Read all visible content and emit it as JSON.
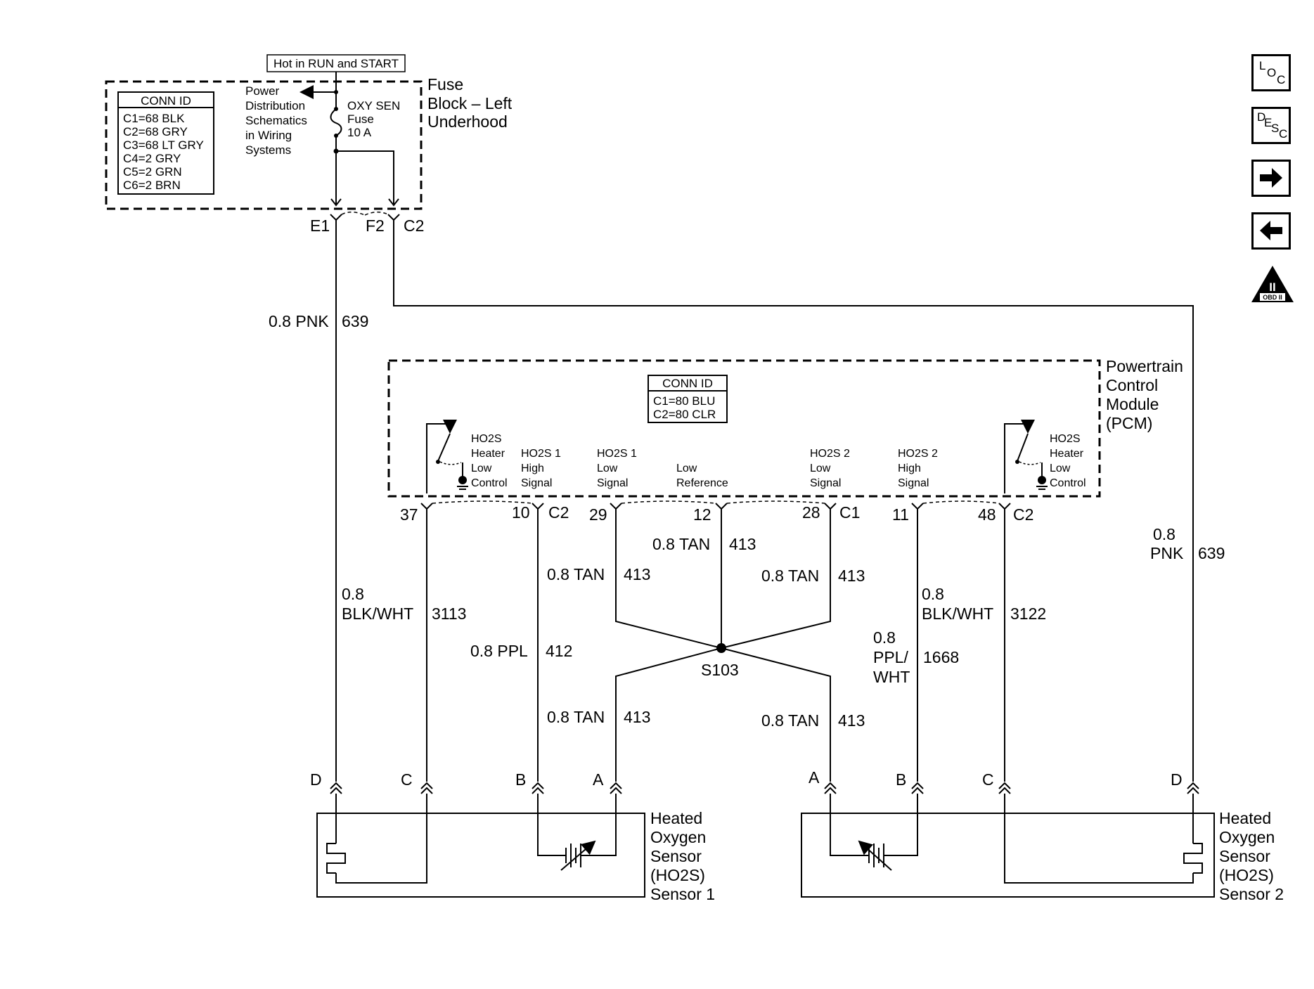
{
  "fuse_block": {
    "hot_label": "Hot in RUN and START",
    "title_lines": [
      "Fuse",
      "Block – Left",
      "Underhood"
    ],
    "conn_id_header": "CONN ID",
    "conn_ids": [
      "C1=68 BLK",
      "C2=68 GRY",
      "C3=68 LT GRY",
      "C4=2 GRY",
      "C5=2 GRN",
      "C6=2 BRN"
    ],
    "power_dist_lines": [
      "Power",
      "Distribution",
      "Schematics",
      "in Wiring",
      "Systems"
    ],
    "fuse_lines": [
      "OXY SEN",
      "Fuse",
      "10 A"
    ],
    "pins": {
      "e1": "E1",
      "f2": "F2",
      "c2": "C2"
    }
  },
  "wires": {
    "w639_left": {
      "gauge_color": "0.8 PNK",
      "circuit": "639"
    },
    "w639_right": {
      "gauge": "0.8",
      "color": "PNK",
      "circuit": "639"
    },
    "w3113": {
      "gauge": "0.8",
      "color": "BLK/WHT",
      "circuit": "3113"
    },
    "w412": {
      "gauge_color": "0.8 PPL",
      "circuit": "412"
    },
    "w413_s1_top": {
      "gauge_color": "0.8 TAN",
      "circuit": "413"
    },
    "w413_ref_top": {
      "gauge_color": "0.8 TAN",
      "circuit": "413"
    },
    "w413_s2_top": {
      "gauge_color": "0.8 TAN",
      "circuit": "413"
    },
    "w413_s1_bot": {
      "gauge_color": "0.8 TAN",
      "circuit": "413"
    },
    "w413_s2_bot": {
      "gauge_color": "0.8 TAN",
      "circuit": "413"
    },
    "w1668": {
      "gauge": "0.8",
      "color1": "PPL/",
      "color2": "WHT",
      "circuit": "1668"
    },
    "w3122": {
      "gauge": "0.8",
      "color": "BLK/WHT",
      "circuit": "3122"
    }
  },
  "pcm": {
    "title_lines": [
      "Powertrain",
      "Control",
      "Module",
      "(PCM)"
    ],
    "conn_id_header": "CONN ID",
    "conn_ids": [
      "C1=80 BLU",
      "C2=80 CLR"
    ],
    "heater1_lines": [
      "HO2S",
      "Heater",
      "Low",
      "Control"
    ],
    "high1_lines": [
      "HO2S 1",
      "High",
      "Signal"
    ],
    "low1_lines": [
      "HO2S 1",
      "Low",
      "Signal"
    ],
    "lowref_lines": [
      "Low",
      "Reference"
    ],
    "low2_lines": [
      "HO2S 2",
      "Low",
      "Signal"
    ],
    "high2_lines": [
      "HO2S 2",
      "High",
      "Signal"
    ],
    "heater2_lines": [
      "HO2S",
      "Heater",
      "Low",
      "Control"
    ],
    "pins": {
      "p37": "37",
      "p10": "10",
      "c2a": "C2",
      "p29": "29",
      "p12": "12",
      "p28": "28",
      "c1": "C1",
      "p11": "11",
      "p48": "48",
      "c2b": "C2"
    }
  },
  "splice": {
    "label": "S103"
  },
  "sensor1": {
    "title_lines": [
      "Heated",
      "Oxygen",
      "Sensor",
      "(HO2S)",
      "Sensor 1"
    ],
    "pins": {
      "d": "D",
      "c": "C",
      "b": "B",
      "a": "A"
    }
  },
  "sensor2": {
    "title_lines": [
      "Heated",
      "Oxygen",
      "Sensor",
      "(HO2S)",
      "Sensor 2"
    ],
    "pins": {
      "a": "A",
      "b": "B",
      "c": "C",
      "d": "D"
    }
  },
  "nav": {
    "loc": [
      "L",
      "O",
      "C"
    ],
    "desc": [
      "D",
      "E",
      "S",
      "C"
    ],
    "next_icon": "arrow-right-icon",
    "prev_icon": "arrow-left-icon",
    "obd": {
      "numeral": "II",
      "text": "OBD II"
    }
  }
}
